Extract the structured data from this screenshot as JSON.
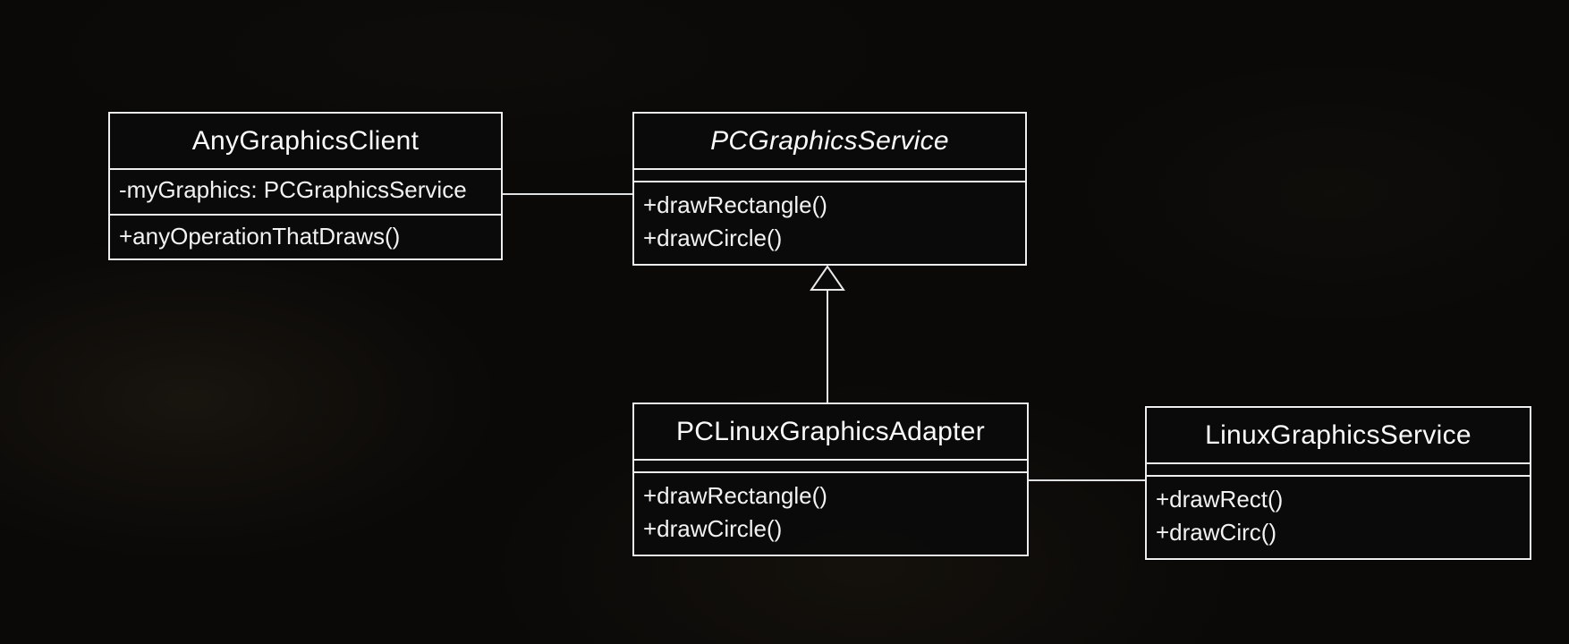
{
  "meta": {
    "diagram_type": "uml-class-diagram",
    "pattern": "Adapter",
    "colors": {
      "background": "#0a0908",
      "box_fill": "#0a0a0a",
      "box_border": "#eeeeee",
      "text": "#f5f5f5",
      "line": "#e0e0e0"
    }
  },
  "diagram": {
    "classes": [
      {
        "id": "any-graphics-client",
        "title": "AnyGraphicsClient",
        "stereotype": "class",
        "attributes": [
          "-myGraphics: PCGraphicsService"
        ],
        "methods": [
          "+anyOperationThatDraws()"
        ]
      },
      {
        "id": "pc-graphics-service",
        "title": "PCGraphicsService",
        "stereotype": "interface-italic",
        "attributes": [],
        "methods": [
          "+drawRectangle()",
          "+drawCircle()"
        ]
      },
      {
        "id": "pc-linux-graphics-adapter",
        "title": "PCLinuxGraphicsAdapter",
        "stereotype": "class",
        "attributes": [],
        "methods": [
          "+drawRectangle()",
          "+drawCircle()"
        ]
      },
      {
        "id": "linux-graphics-service",
        "title": "LinuxGraphicsService",
        "stereotype": "class",
        "attributes": [],
        "methods": [
          "+drawRect()",
          "+drawCirc()"
        ]
      }
    ],
    "relations": [
      {
        "type": "association",
        "from": "AnyGraphicsClient",
        "to": "PCGraphicsService"
      },
      {
        "type": "generalization",
        "from": "PCLinuxGraphicsAdapter",
        "to": "PCGraphicsService"
      },
      {
        "type": "association",
        "from": "PCLinuxGraphicsAdapter",
        "to": "LinuxGraphicsService"
      }
    ]
  }
}
